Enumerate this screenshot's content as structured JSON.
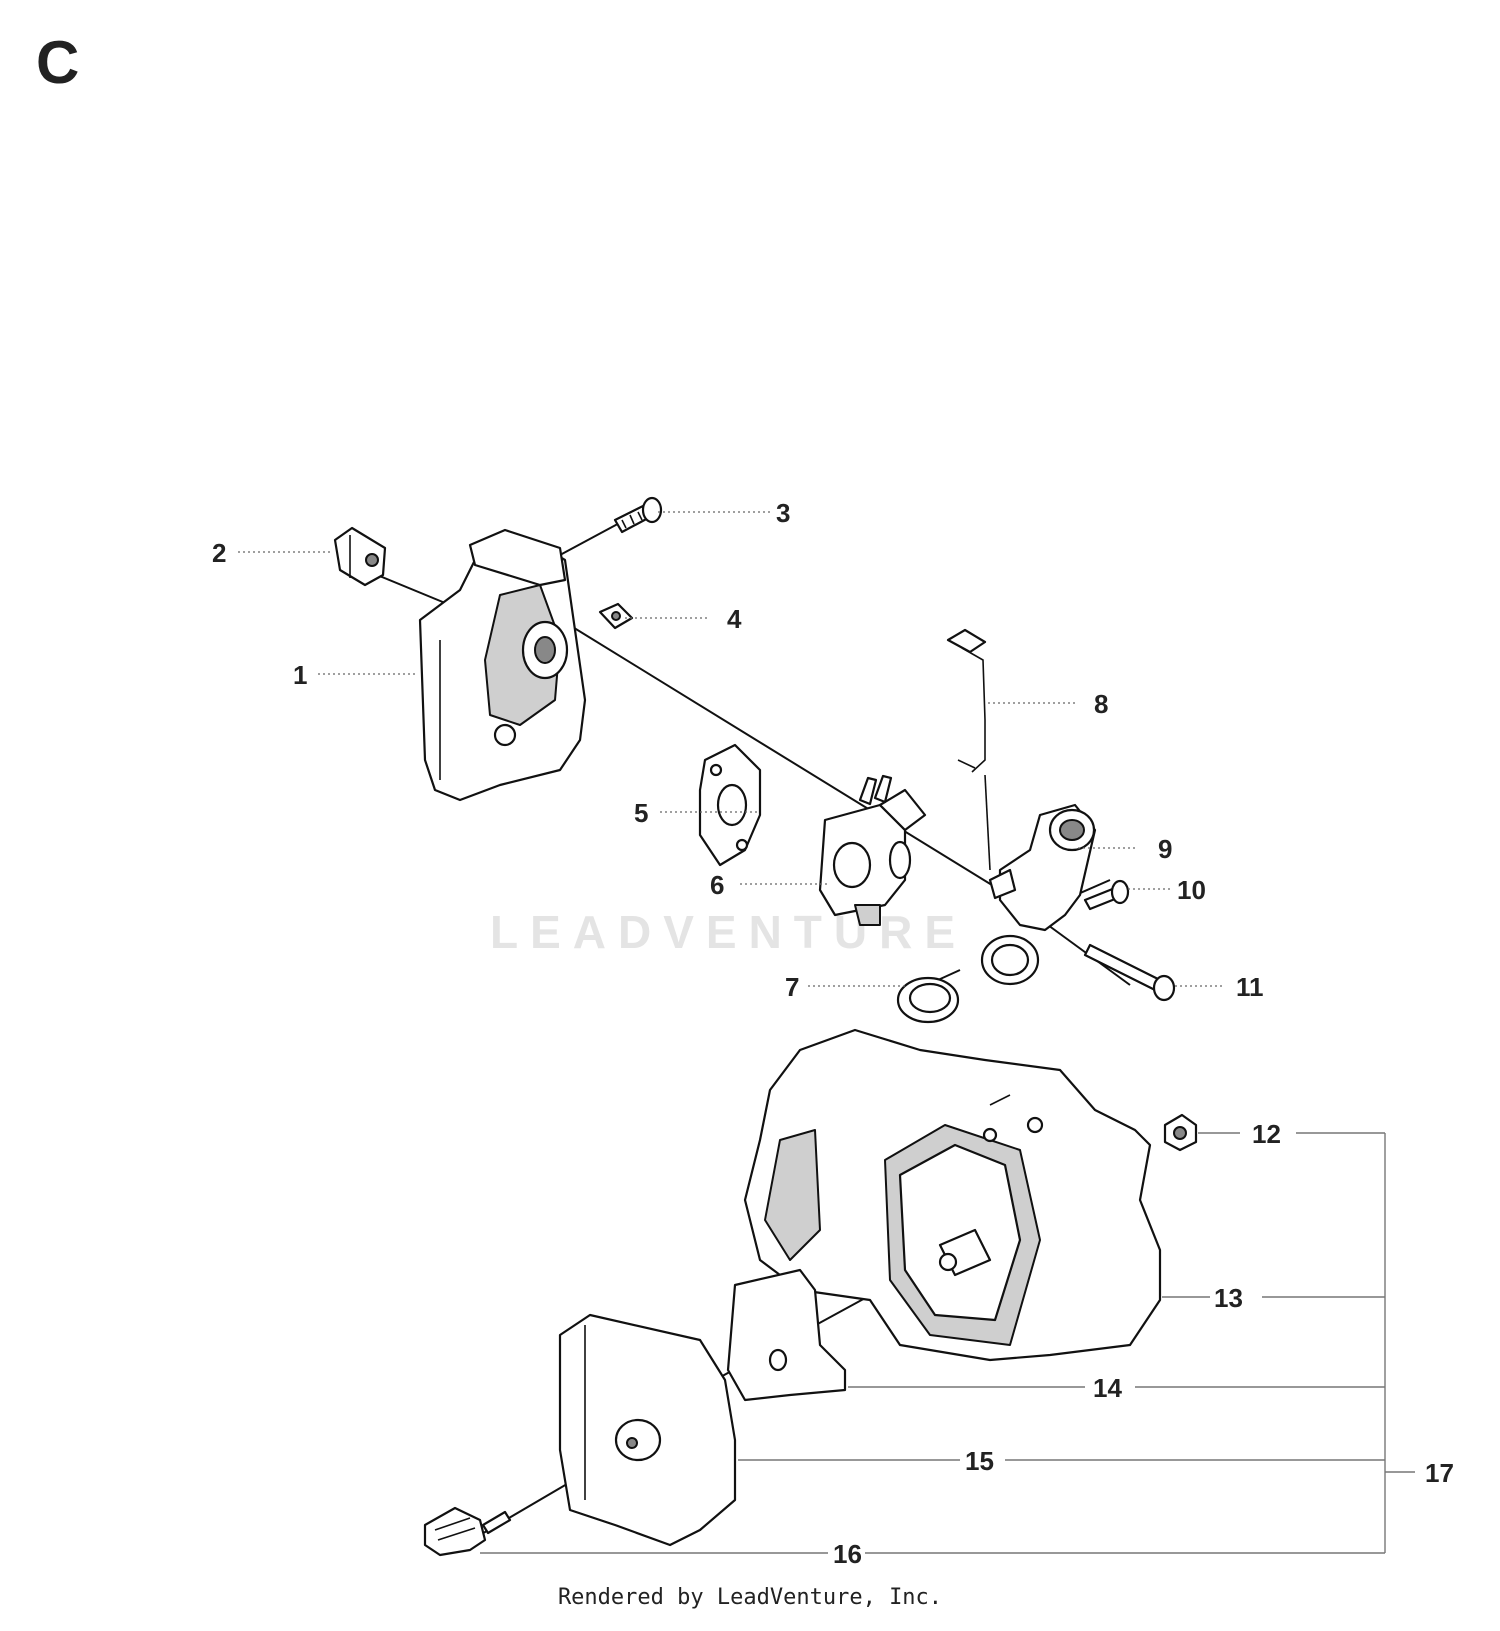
{
  "section_letter": "C",
  "footer_text": "Rendered by LeadVenture, Inc.",
  "watermark_text": "LEADVENTURE",
  "callouts": {
    "c1": "1",
    "c2": "2",
    "c3": "3",
    "c4": "4",
    "c5": "5",
    "c6": "6",
    "c7": "7",
    "c8": "8",
    "c9": "9",
    "c10": "10",
    "c11": "11",
    "c12": "12",
    "c13": "13",
    "c14": "14",
    "c15": "15",
    "c16": "16",
    "c17": "17"
  }
}
